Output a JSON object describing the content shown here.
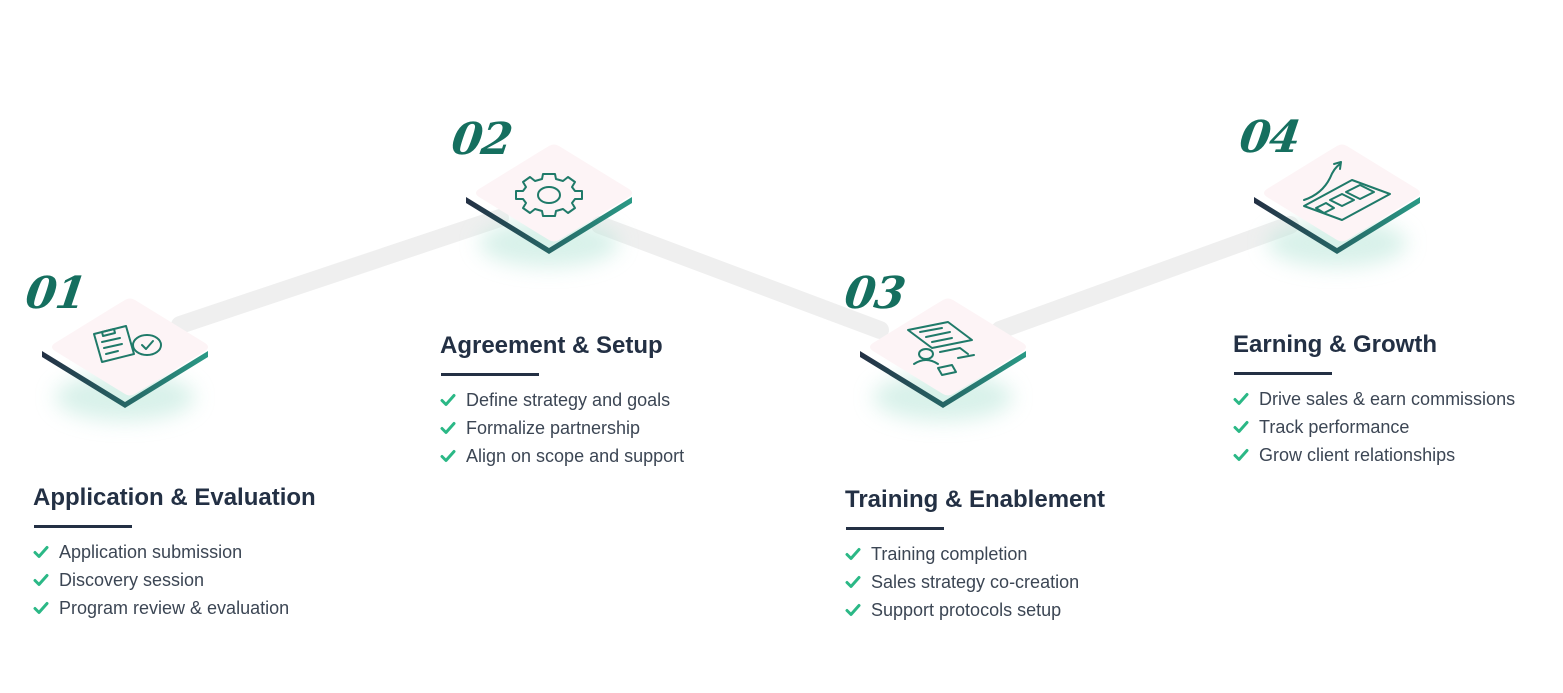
{
  "colors": {
    "accent_green": "#156f5f",
    "check_green": "#2bb886",
    "title_navy": "#233044",
    "tile_face": "#fdf4f6",
    "connector": "#efefef"
  },
  "steps": [
    {
      "number": "01",
      "icon": "clipboard-clock-icon",
      "title": "Application & Evaluation",
      "items": [
        "Application submission",
        "Discovery session",
        "Program review & evaluation"
      ]
    },
    {
      "number": "02",
      "icon": "gear-icon",
      "title": "Agreement & Setup",
      "items": [
        "Define strategy and goals",
        "Formalize partnership",
        "Align on scope and support"
      ]
    },
    {
      "number": "03",
      "icon": "training-board-icon",
      "title": "Training & Enablement",
      "items": [
        "Training completion",
        "Sales strategy co-creation",
        "Support protocols setup"
      ]
    },
    {
      "number": "04",
      "icon": "growth-chart-icon",
      "title": "Earning & Growth",
      "items": [
        "Drive sales & earn commissions",
        "Track performance",
        "Grow client relationships"
      ]
    }
  ]
}
